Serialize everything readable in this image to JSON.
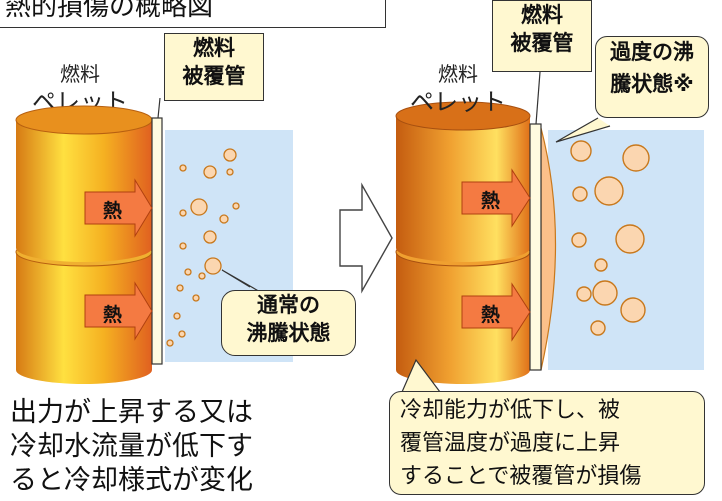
{
  "title": "熱的損傷の概略図",
  "left": {
    "pellet_label": [
      "燃料",
      "ペレット"
    ],
    "cladding_label": [
      "燃料",
      "被覆管"
    ],
    "heat_labels": [
      "熱",
      "熱"
    ],
    "boiling_label": [
      "通常の",
      "沸騰状態"
    ],
    "caption": [
      "出力が上昇する又は",
      "冷却水流量が低下す",
      "ると冷却様式が変化"
    ]
  },
  "right": {
    "pellet_label": [
      "燃料",
      "ペレット"
    ],
    "cladding_label": [
      "燃料",
      "被覆管"
    ],
    "boiling_label": [
      "過度の沸",
      "騰状態※"
    ],
    "heat_labels": [
      "熱",
      "熱"
    ],
    "caption": [
      "冷却能力が低下し、被",
      "覆管温度が過度に上昇",
      "することで被覆管が損傷"
    ]
  },
  "colors": {
    "pellet_dark": "#c46a10",
    "pellet_light": "#ffe040",
    "water": "#cfe4f7",
    "bubble_fill": "#fbd6b0",
    "bubble_stroke": "#c8781c",
    "callout_fill": "#fff8d0",
    "heat_arrow": "#f47a42"
  }
}
